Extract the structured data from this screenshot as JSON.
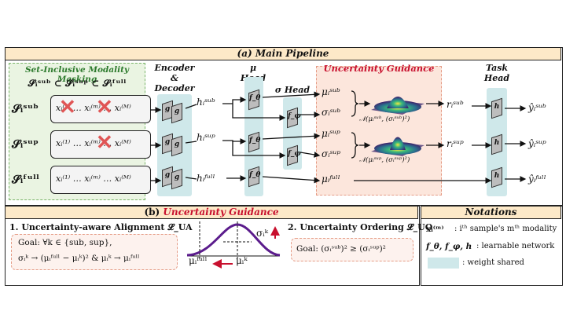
{
  "main": {
    "title": "(a) Main Pipeline",
    "masking": {
      "title": "Set-Inclusive Modality Masking",
      "set_relation": "𝓢ᵢˢᵘᵇ ⊂ 𝓢ᵢˢᵘᵖ ⊂ 𝓢ᵢᶠᵘˡˡ",
      "rows": [
        {
          "set": "𝓢ᵢˢᵘᵇ",
          "modalities": "xᵢ⁽¹⁾ … xᵢ⁽ᵐ⁾ … xᵢ⁽ᴹ⁾",
          "masked": [
            true,
            true
          ]
        },
        {
          "set": "𝓢ᵢˢᵘᵖ",
          "modalities": "xᵢ⁽¹⁾ … xᵢ⁽ᵐ⁾ … xᵢ⁽ᴹ⁾",
          "masked": [
            false,
            true
          ]
        },
        {
          "set": "𝓢ᵢᶠᵘˡˡ",
          "modalities": "xᵢ⁽¹⁾ … xᵢ⁽ᵐ⁾ … xᵢ⁽ᴹ⁾",
          "masked": [
            false,
            false
          ]
        }
      ]
    },
    "encoder_label_line1": "Encoder",
    "encoder_label_line2": "& Decoder",
    "encoder_block_label": "g",
    "h_labels": [
      "hᵢˢᵘᵇ",
      "hᵢˢᵘᵖ",
      "hᵢᶠᵘˡˡ"
    ],
    "mu_head_label": "μ Head",
    "mu_block_label": "f_θ",
    "sigma_head_label": "σ Head",
    "sigma_block_label": "f_φ",
    "uncertainty_label": "Uncertainty Guidance",
    "uncert_items": [
      {
        "mu": "μᵢˢᵘᵇ",
        "sigma": "σᵢˢᵘᵇ",
        "dist": "𝒩(μᵢˢᵘᵇ, (σᵢˢᵘᵇ)²)"
      },
      {
        "mu": "μᵢˢᵘᵖ",
        "sigma": "σᵢˢᵘᵖ",
        "dist": "𝒩(μᵢˢᵘᵖ, (σᵢˢᵘᵖ)²)"
      },
      {
        "mu": "μᵢᶠᵘˡˡ"
      }
    ],
    "r_labels": [
      "rᵢˢᵘᵇ",
      "rᵢˢᵘᵖ"
    ],
    "task_head_label": "Task Head",
    "task_block_label": "h",
    "outputs": [
      "ŷᵢˢᵘᵇ",
      "ŷᵢˢᵘᵖ",
      "ŷᵢᶠᵘˡˡ"
    ]
  },
  "bottom": {
    "title_prefix": "(b) ",
    "title_highlight": "Uncertainty Guidance",
    "alignment_title": "1. Uncertainty-aware Alignment 𝓛_UA",
    "goal_line1": "Goal: ∀k ∈ {sub, sup},",
    "goal_line2": "σᵢᵏ → (μᵢᶠᵘˡˡ − μᵢᵏ)² & μᵢᵏ → μᵢᶠᵘˡˡ",
    "curve_labels": {
      "mu_full": "μᵢᶠᵘˡˡ",
      "mu_k": "μᵢᵏ",
      "sigma_k": "σᵢᵏ"
    },
    "ordering_title": "2. Uncertainty Ordering 𝓛_UO",
    "ordering_goal": "Goal: (σᵢˢᵘᵇ)² ≥ (σᵢˢᵘᵖ)²"
  },
  "notations": {
    "title": "Notations",
    "items": [
      {
        "symbol": "xᵢ⁽ᵐ⁾",
        "text": ": iᵗʰ sample's mᵗʰ modality"
      },
      {
        "symbol": "f_θ, f_φ, h",
        "text": ": learnable network"
      },
      {
        "symbol": "",
        "text": ": weight shared"
      }
    ]
  },
  "colors": {
    "accent_red": "#c8102e",
    "panel_green": "#eaf4e2",
    "panel_pink": "#fce6dc",
    "shared_teal": "#cfe8ea",
    "title_bar": "#fde9c8"
  }
}
